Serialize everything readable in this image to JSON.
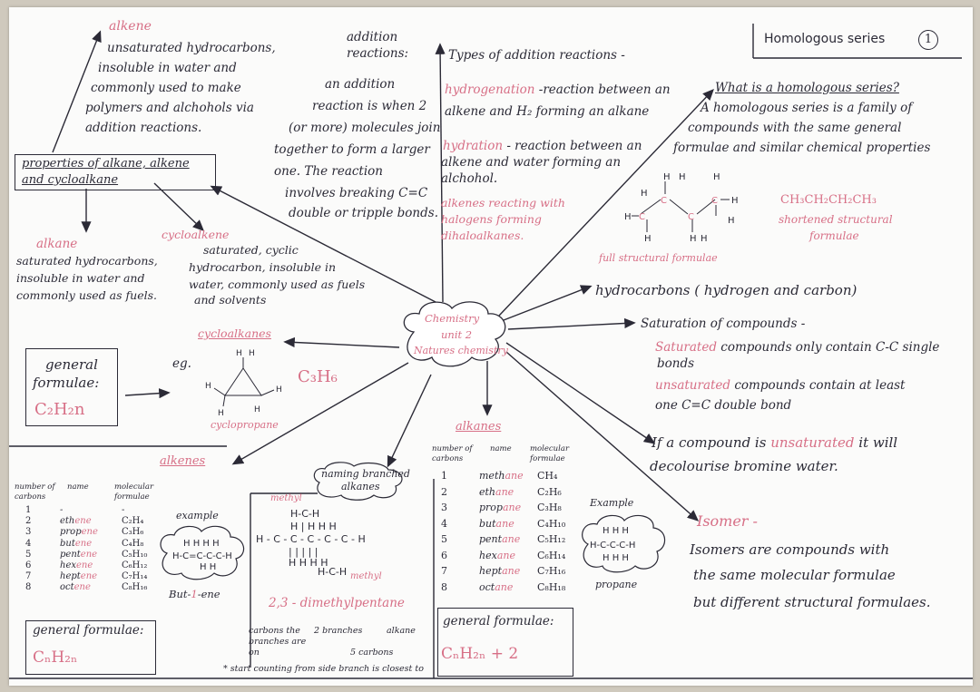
{
  "title": "Homologous series",
  "page_number": "1",
  "center": {
    "line1": "Chemistry",
    "line2": "unit 2",
    "line3": "Natures chemistry"
  },
  "alkene_top": {
    "heading": "alkene",
    "lines": [
      "unsaturated hydrocarbons,",
      "insoluble in water and",
      "commonly used to make",
      "polymers and alchohols via",
      "addition reactions."
    ]
  },
  "properties": {
    "line1": "properties of alkane, alkene",
    "line2": "and cycloalkane"
  },
  "alkane_desc": {
    "heading": "alkane",
    "lines": [
      "saturated hydrocarbons,",
      "insoluble in water and",
      "commonly used as fuels."
    ]
  },
  "cycloalkene_desc": {
    "heading": "cycloalkene",
    "lines": [
      "saturated, cyclic",
      "hydrocarbon, insoluble in",
      "water, commonly used as fuels",
      "and solvents"
    ]
  },
  "addition": {
    "heading_line1": "addition",
    "heading_line2": "reactions:",
    "lines": [
      "an addition",
      "reaction is when 2",
      "(or more) molecules join",
      "together to form a larger",
      "one. The reaction",
      "involves breaking C=C",
      "double or tripple bonds."
    ]
  },
  "types": {
    "heading": "Types of addition reactions -",
    "hydrogenation_term": "hydrogenation",
    "hydrogenation_line1": "-reaction between an",
    "hydrogenation_line2": "alkene and H₂ forming an alkane",
    "hydration_term": "hydration",
    "hydration_line1": "- reaction between an",
    "hydration_line2": "alkene and water forming an",
    "hydration_line3": "alchohol.",
    "halogen_lines": [
      "alkenes reacting with",
      "halogens forming",
      "dihaloalkanes."
    ]
  },
  "homologous": {
    "question": "What is a homologous series?",
    "lines": [
      "A homologous series is a family of",
      "compounds with the same general",
      "formulae and similar chemical properties"
    ],
    "shortened_formula": "CH₃CH₂CH₂CH₃",
    "shortened_label_line1": "shortened structural",
    "shortened_label_line2": "formulae",
    "full_label": "full structural formulae"
  },
  "hydrocarbons": {
    "word": "hydrocarbons",
    "paren": "( hydrogen and carbon)"
  },
  "saturation": {
    "heading": "Saturation of compounds -",
    "saturated_term": "Saturated",
    "saturated_rest": "compounds only contain C-C single",
    "saturated_line2": "bonds",
    "unsaturated_term": "unsaturated",
    "unsaturated_rest": "compounds contain at least",
    "unsaturated_line2": "one  C=C  double bond"
  },
  "bromine": {
    "line1_a": "If a compound is",
    "line1_b": "unsaturated",
    "line1_c": "it will",
    "line2": "decolourise bromine water."
  },
  "isomer": {
    "heading": "Isomer -",
    "lines": [
      "Isomers are compounds with",
      "the same molecular formulae",
      "but different structural formulaes."
    ]
  },
  "general_left": {
    "label_line1": "general",
    "label_line2": "formulae:",
    "formula": "C₂H₂n"
  },
  "cycloalkanes": {
    "heading": "cycloalkanes",
    "eg": "eg.",
    "formula": "C₃H₆",
    "name": "cyclopropane"
  },
  "alkenes_table": {
    "heading": "alkenes",
    "col_headers": [
      "number of carbons",
      "name",
      "molecular formulae"
    ],
    "numbers": [
      "1",
      "2",
      "3",
      "4",
      "5",
      "6",
      "7",
      "8"
    ],
    "stems": [
      "-",
      "eth",
      "prop",
      "but",
      "pent",
      "hex",
      "hept",
      "oct"
    ],
    "suffix": "ene",
    "formulas": [
      "-",
      "C₂H₄",
      "C₃H₆",
      "C₄H₈",
      "C₅H₁₀",
      "C₆H₁₂",
      "C₇H₁₄",
      "C₈H₁₆"
    ],
    "example_label": "example",
    "example_name_a": "But-",
    "example_name_b": "1",
    "example_name_c": "-ene",
    "general_label": "general formulae:",
    "general_formula": "CₙH₂ₙ"
  },
  "branched": {
    "cloud_line1": "naming branched",
    "cloud_line2": "alkanes",
    "methyl_left": "methyl",
    "methyl_right": "methyl",
    "name": "2,3 - dimethylpentane",
    "ann_carbons": "carbons the branches are on",
    "ann_branches": "2 branches",
    "ann_alkane": "alkane",
    "ann_5carbon": "5 carbons",
    "note": "* start counting from side branch is closest to"
  },
  "alkanes_table": {
    "heading": "alkanes",
    "col_headers": [
      "number of carbons",
      "name",
      "molecular formulae"
    ],
    "numbers": [
      "1",
      "2",
      "3",
      "4",
      "5",
      "6",
      "7",
      "8"
    ],
    "stems": [
      "meth",
      "eth",
      "prop",
      "but",
      "pent",
      "hex",
      "hept",
      "oct"
    ],
    "suffix": "ane",
    "formulas": [
      "CH₄",
      "C₂H₆",
      "C₃H₈",
      "C₄H₁₀",
      "C₅H₁₂",
      "C₆H₁₄",
      "C₇H₁₆",
      "C₈H₁₈"
    ],
    "example_label": "Example",
    "example_name": "propane",
    "general_label": "general formulae:",
    "general_formula": "CₙH₂ₙ + 2"
  },
  "colors": {
    "ink": "#2b2a36",
    "pink": "#d76f86",
    "paper": "#fbfbfa"
  }
}
